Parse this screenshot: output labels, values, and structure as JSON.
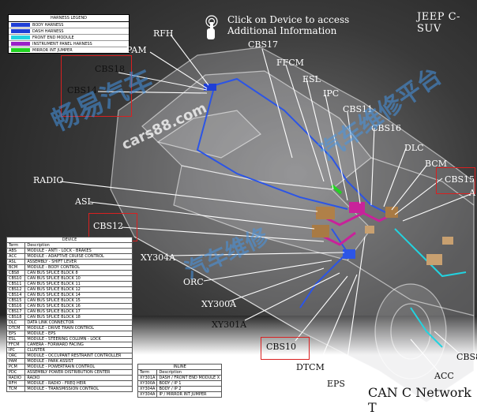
{
  "title": "JEEP C-SUV",
  "bottom_title": "CAN C Network T",
  "info": {
    "line1": "Click on Device to access",
    "line2": "Additional Information"
  },
  "legend": {
    "header": "HARNESS LEGEND",
    "items": [
      {
        "label": "BODY HARNESS",
        "color": "#1f3fd6"
      },
      {
        "label": "DASH HARNESS",
        "color": "#1f3fd6"
      },
      {
        "label": "FRONT END MODULE",
        "color": "#22d3e0"
      },
      {
        "label": "INSTRUMENT PANEL HARNESS",
        "color": "#9b22c8"
      },
      {
        "label": "MIRROR INT JUMPER",
        "color": "#22d322"
      }
    ]
  },
  "labels": {
    "rfh": "RFH",
    "pam": "PAM",
    "cbs18": "CBS18",
    "cbs14": "CBS14",
    "cbs17": "CBS17",
    "ffcm": "FFCM",
    "esl": "ESL",
    "ipc": "IPC",
    "cbs11": "CBS11",
    "cbs16": "CBS16",
    "dlc": "DLC",
    "bcm": "BCM",
    "cbs15": "CBS15",
    "a": "A",
    "radio": "RADIO",
    "asl": "ASL",
    "cbs12": "CBS12",
    "xy304a": "XY304A",
    "orc": "ORC",
    "xy300a": "XY300A",
    "xy301a": "XY301A",
    "cbs10": "CBS10",
    "dtcm": "DTCM",
    "eps": "EPS",
    "acc": "ACC",
    "cbs8": "CBS8"
  },
  "watermarks": {
    "w1": "畅易汽车",
    "w2": "cars88.com",
    "w3": "汽车维修",
    "w4": "汽车维修平台"
  },
  "device_table": {
    "title": "DEVICE",
    "headers": [
      "Term",
      "Description"
    ],
    "rows": [
      [
        "ABS",
        "MODULE - ANTI - LOCK - BRAKES"
      ],
      [
        "ACC",
        "MODULE - ADAPTIVE CRUISE CONTROL"
      ],
      [
        "ASL",
        "ASSEMBLY - SHIFT LEVER"
      ],
      [
        "BCM",
        "MODULE - BODY CONTROL"
      ],
      [
        "CBS8",
        "CAN BUS SPLICE BLOCK 8"
      ],
      [
        "CBS10",
        "CAN BUS SPLICE BLOCK 10"
      ],
      [
        "CBS11",
        "CAN BUS SPLICE BLOCK 11"
      ],
      [
        "CBS12",
        "CAN BUS SPLICE BLOCK 12"
      ],
      [
        "CBS14",
        "CAN BUS SPLICE BLOCK 14"
      ],
      [
        "CBS15",
        "CAN BUS SPLICE BLOCK 15"
      ],
      [
        "CBS16",
        "CAN BUS SPLICE BLOCK 16"
      ],
      [
        "CBS17",
        "CAN BUS SPLICE BLOCK 17"
      ],
      [
        "CBS18",
        "CAN BUS SPLICE BLOCK 18"
      ],
      [
        "DLC",
        "DATA LINK CONNECTOR"
      ],
      [
        "DTCM",
        "MODULE - DRIVE TRAIN CONTROL"
      ],
      [
        "EPS",
        "MODULE - EPS"
      ],
      [
        "ESL",
        "MODULE - STEERING COLUMN - LOCK"
      ],
      [
        "FFCM",
        "CAMERA - FORWARD FACING"
      ],
      [
        "IPC",
        "CLUSTER"
      ],
      [
        "ORC",
        "MODULE - OCCUPANT RESTRAINT CONTROLLER"
      ],
      [
        "PAM",
        "MODULE - PARK ASSIST"
      ],
      [
        "PCM",
        "MODULE - POWERTRAIN CONTROL"
      ],
      [
        "PDC",
        "ASSEMBLY POWER DISTRIBUTION CENTER"
      ],
      [
        "RADIO",
        "RADIO"
      ],
      [
        "RFH",
        "MODULE - RADIO - FREQ HEIR"
      ],
      [
        "TCM",
        "MODULE - TRANSMISSION CONTROL"
      ]
    ]
  },
  "inline_table": {
    "title": "INLINE",
    "headers": [
      "Term",
      "Description"
    ],
    "rows": [
      [
        "XY301A",
        "DASH / FRONT END MODULE X"
      ],
      [
        "XY300A",
        "BODY / IP 1"
      ],
      [
        "XY304A",
        "BODY / IP 2"
      ],
      [
        "XY304A",
        "IP / MIRROR INT JUMPER"
      ]
    ]
  }
}
